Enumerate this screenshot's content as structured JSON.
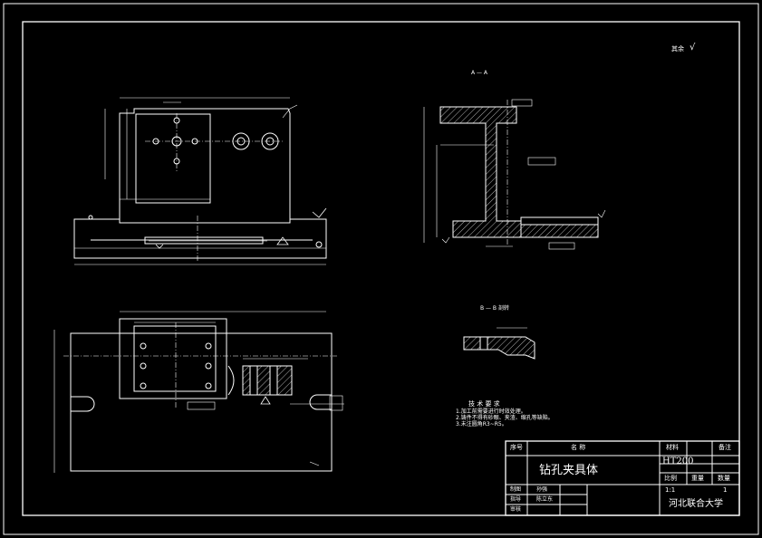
{
  "title_block": {
    "col_seq": "序号",
    "col_name": "名  称",
    "col_material": "材料",
    "col_remark": "备注",
    "part_name": "钻孔夹具体",
    "material": "HT200",
    "label_scale": "比例",
    "label_weight": "重量",
    "label_qty": "数量",
    "scale": "1:1",
    "qty": "1",
    "label_drafter": "制图",
    "label_checker": "指导",
    "label_approver": "审核",
    "drafter": "孙强",
    "checker": "陈立东",
    "school": "河北联合大学"
  },
  "views": {
    "section_a": "A — A",
    "section_b": "B — B 剖转",
    "roughness_other": "其余"
  },
  "notes": {
    "title": "技 术 要 求",
    "items": [
      "1.加工前需要进行时效处理。",
      "2.铸件不得有砂眼、夹渣、缩孔等缺陷。",
      "3.未注圆角R3~R5。"
    ]
  }
}
